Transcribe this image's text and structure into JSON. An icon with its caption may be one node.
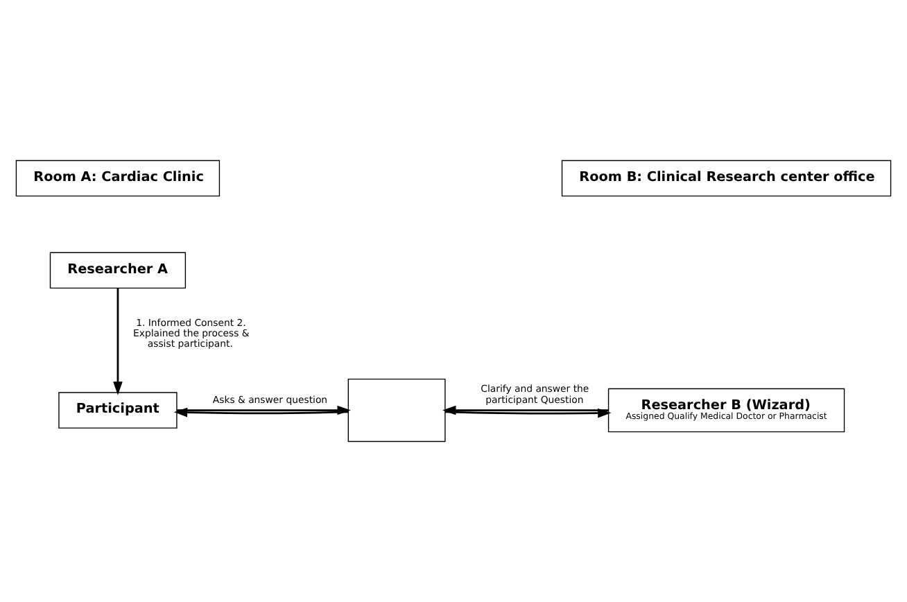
{
  "diagram": {
    "nodes": [
      {
        "text": [
          "Room A: Cardiac Clinic"
        ]
      },
      {
        "text": [
          "Room B: Clinical Research center office"
        ]
      },
      {
        "text": [
          "Researcher A"
        ]
      },
      {
        "text": [
          "Participant"
        ]
      },
      {
        "text": [],
        "shape": "box"
      },
      {
        "text": [
          "Researcher B (Wizard)",
          "Assigned Qualify Medical Doctor or Pharmacist"
        ]
      }
    ],
    "edges": [
      {
        "from": 2,
        "to": 3,
        "arrow": "to",
        "label": "1. Informed Consent 2. Explained the process & assist participant."
      },
      {
        "from": 4,
        "to": 3,
        "arrow": "to"
      },
      {
        "from": 3,
        "to": 4,
        "arrow": "to",
        "label": "Asks & answer question"
      },
      {
        "from": 5,
        "to": 4,
        "arrow": "to",
        "label": "Clarify and answer the participant Question"
      },
      {
        "from": 4,
        "to": 5,
        "arrow": "to"
      }
    ]
  }
}
